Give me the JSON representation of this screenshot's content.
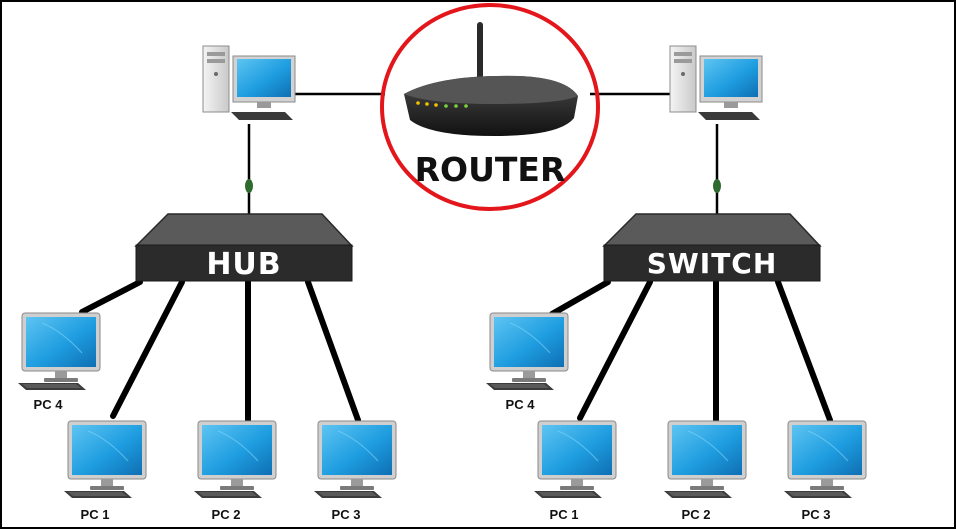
{
  "router": {
    "label": "ROUTER",
    "highlight_color": "#e3161b"
  },
  "hub": {
    "label": "HUB"
  },
  "switch": {
    "label": "SWITCH"
  },
  "hub_network": {
    "pcs": [
      {
        "label": "PC 4"
      },
      {
        "label": "PC 1"
      },
      {
        "label": "PC 2"
      },
      {
        "label": "PC 3"
      }
    ]
  },
  "switch_network": {
    "pcs": [
      {
        "label": "PC 4"
      },
      {
        "label": "PC 1"
      },
      {
        "label": "PC 2"
      },
      {
        "label": "PC 3"
      }
    ]
  },
  "colors": {
    "device_body": "#2b2b2b",
    "device_top": "#5a5a5a",
    "screen": "#1e9de0",
    "link": "#000000",
    "connector": "#2f6b2f"
  }
}
